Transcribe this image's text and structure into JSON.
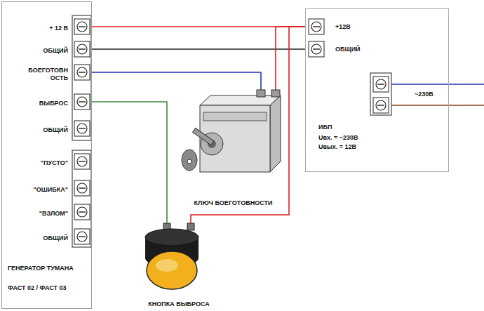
{
  "diagram": {
    "nodes": [
      {
        "text": [
          "+ 12 В",
          "ОБЩИЙ",
          "БОЕГОТОВН ОСТЬ",
          "ВЫБРОС",
          "ОБЩИЙ",
          "\"ПУСТО\"",
          "\"ОШИБКА\"",
          "\"ВЗЛОМ\"",
          "ОБЩИЙ",
          "ГЕНЕРАТОР ТУМАНА",
          "ФАСТ 02 / ФАСТ 03"
        ]
      },
      {
        "text": [
          "+12В",
          "ОБЩИЙ",
          "ИБП",
          "Uвх. = ~230В",
          "Uвых. = 12В"
        ]
      },
      {
        "text": [
          "КЛЮЧ БОЕГОТОВНОСТИ"
        ]
      },
      {
        "text": [
          "КНОПКА ВЫБРОСА"
        ]
      }
    ],
    "edges": [
      {
        "from": 0,
        "to": 1,
        "arrow": "none"
      },
      {
        "from": 0,
        "to": 1,
        "arrow": "none"
      },
      {
        "from": 0,
        "to": 2,
        "arrow": "none"
      },
      {
        "from": 1,
        "to": 2,
        "arrow": "none"
      },
      {
        "from": 0,
        "to": 3,
        "arrow": "none"
      },
      {
        "from": 1,
        "to": 3,
        "arrow": "none"
      }
    ],
    "labels": [
      "~230В"
    ]
  }
}
